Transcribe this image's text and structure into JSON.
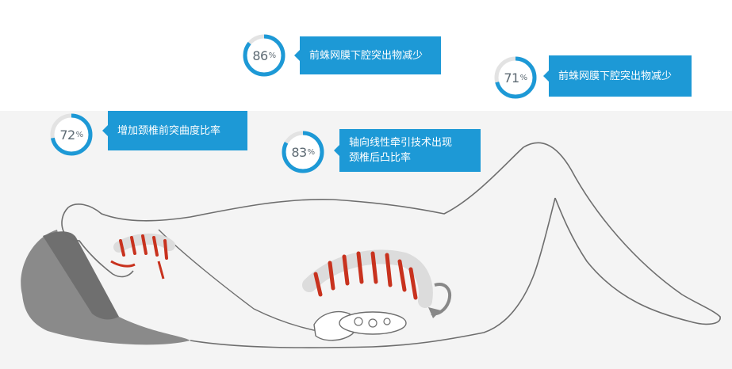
{
  "stats": [
    {
      "id": "neck-curve",
      "value": 72,
      "unit": "%",
      "caption_lines": [
        "增加颈椎前突曲度比率"
      ],
      "color": "#1d99d6"
    },
    {
      "id": "hernia-1",
      "value": 86,
      "unit": "%",
      "caption_lines": [
        "前蛛网膜下腔突出物减少"
      ],
      "color": "#1d99d6"
    },
    {
      "id": "traction",
      "value": 83,
      "unit": "%",
      "caption_lines": [
        "轴向线性牵引技术出现",
        "颈椎后凸比率"
      ],
      "color": "#1d99d6"
    },
    {
      "id": "hernia-2",
      "value": 71,
      "unit": "%",
      "caption_lines": [
        "前蛛网膜下腔突出物减少"
      ],
      "color": "#1d99d6"
    }
  ],
  "colors": {
    "accent": "#1d99d6",
    "spine_red": "#c8321e",
    "outline": "#6e6e6e",
    "ring_track": "#e3e3e3"
  },
  "icons": [
    "reclining-person-illustration",
    "cervical-spine-icon",
    "lumbar-spine-icon",
    "rotate-arrow-icon",
    "hand-remote-icon"
  ]
}
